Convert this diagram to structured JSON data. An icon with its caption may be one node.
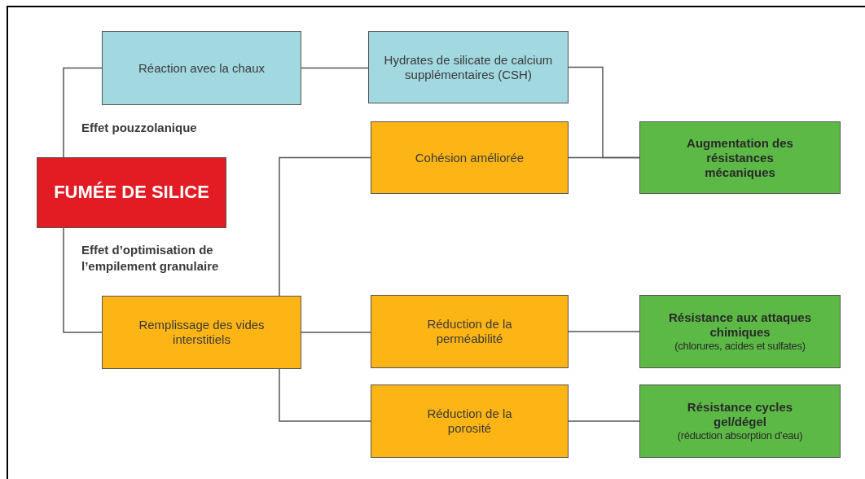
{
  "diagram": {
    "nodes": [
      {
        "text": [
          "FUMÉE DE SILICE"
        ]
      },
      {
        "text": [
          "Réaction avec la chaux"
        ]
      },
      {
        "text": [
          "Hydrates de silicate de calcium supplémentaires (CSH)"
        ]
      },
      {
        "text": [
          "Cohésion améliorée"
        ]
      },
      {
        "text": [
          "Augmentation des résistances mécaniques"
        ]
      },
      {
        "text": [
          "Remplissage des vides interstitiels"
        ]
      },
      {
        "text": [
          "Réduction de la perméabilité"
        ]
      },
      {
        "text": [
          "Résistance aux attaques chimiques",
          "(chlorures, acides et sulfates)"
        ]
      },
      {
        "text": [
          "Réduction de la porosité"
        ]
      },
      {
        "text": [
          "Résistance cycles gel/dégel",
          "(réduction absorption d’eau)"
        ]
      }
    ],
    "edges": [
      {
        "from": 0,
        "to": 1,
        "arrow": "none"
      },
      {
        "from": 0,
        "to": 5,
        "arrow": "none"
      },
      {
        "from": 1,
        "to": 2,
        "arrow": "none"
      },
      {
        "from": 2,
        "to": 4,
        "arrow": "none"
      },
      {
        "from": 3,
        "to": 4,
        "arrow": "none"
      },
      {
        "from": 5,
        "to": 3,
        "arrow": "none"
      },
      {
        "from": 5,
        "to": 6,
        "arrow": "none"
      },
      {
        "from": 5,
        "to": 8,
        "arrow": "none"
      },
      {
        "from": 6,
        "to": 7,
        "arrow": "none"
      },
      {
        "from": 8,
        "to": 9,
        "arrow": "none"
      }
    ],
    "labels": [
      "Effet pouzzolanique",
      "Effet d’optimisation de l’empilement granulaire"
    ]
  }
}
